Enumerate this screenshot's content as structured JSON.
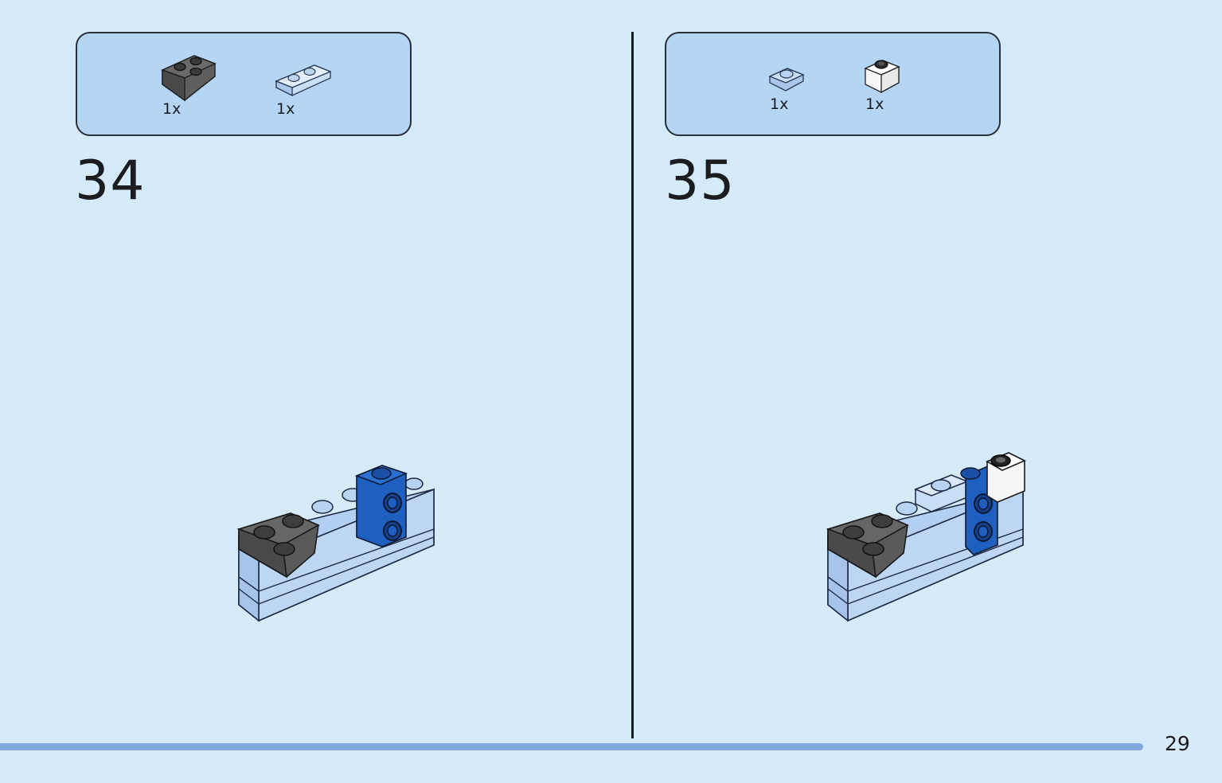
{
  "steps": [
    {
      "number": "34",
      "parts": [
        {
          "quantity": "1x",
          "icon": "dark-gray-wedge-plate-icon"
        },
        {
          "quantity": "1x",
          "icon": "light-blue-plate-1x2-icon"
        }
      ]
    },
    {
      "number": "35",
      "parts": [
        {
          "quantity": "1x",
          "icon": "light-blue-plate-1x1-icon"
        },
        {
          "quantity": "1x",
          "icon": "white-brick-1x1-icon"
        }
      ]
    }
  ],
  "page": {
    "number": "29"
  },
  "colors": {
    "page_background": "#d6ebfa",
    "parts_box": "#b4d6f4",
    "light_blue_brick": "#b3d0f2",
    "blue_brick": "#1f5fc0",
    "dark_gray": "#5a5a5a",
    "white_brick": "#f6f6f6",
    "progress_bar": "#7fa8dc"
  }
}
